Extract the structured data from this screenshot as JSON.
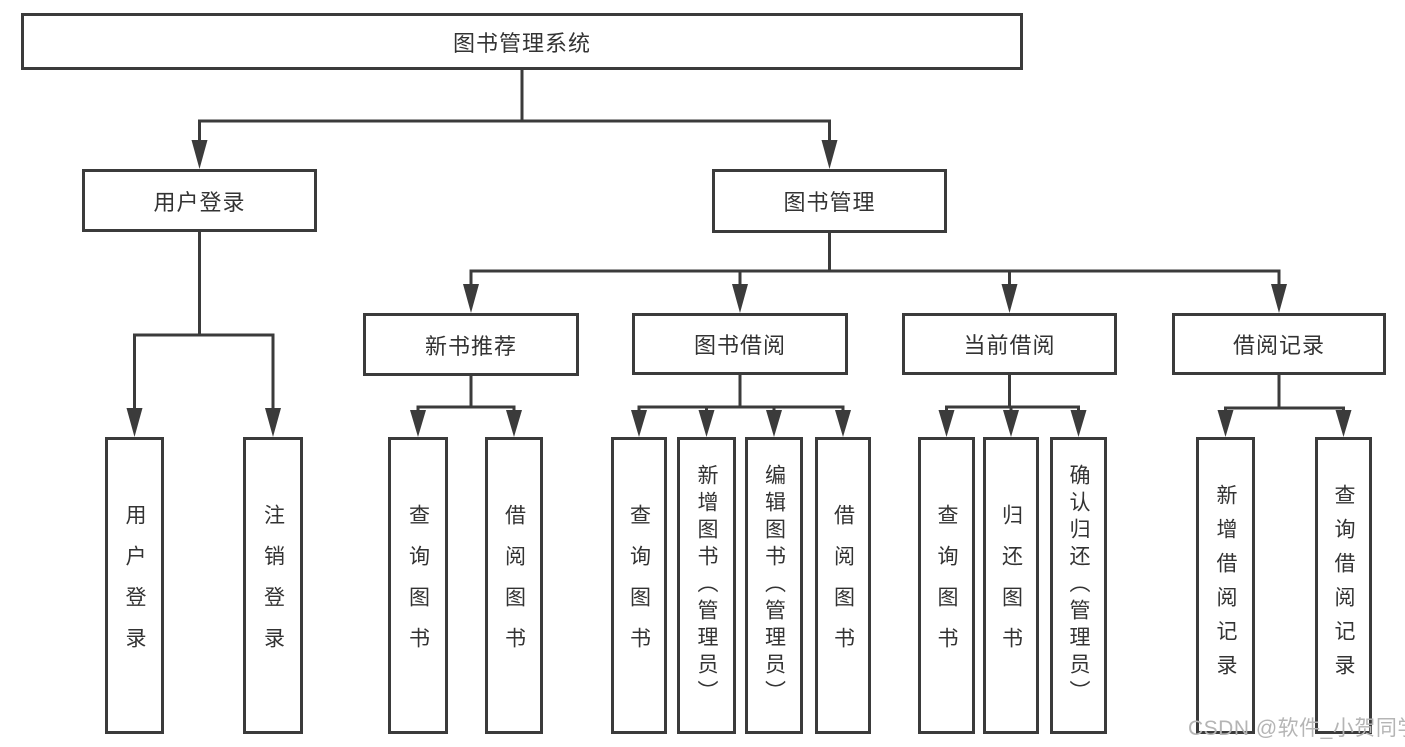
{
  "diagram": {
    "root": {
      "label": "图书管理系统"
    },
    "level2": [
      {
        "label": "用户登录"
      },
      {
        "label": "图书管理"
      }
    ],
    "level3": [
      {
        "label": "新书推荐"
      },
      {
        "label": "图书借阅"
      },
      {
        "label": "当前借阅"
      },
      {
        "label": "借阅记录"
      }
    ],
    "leaves": [
      {
        "label": "用户登录",
        "parent": "用户登录"
      },
      {
        "label": "注销登录",
        "parent": "用户登录"
      },
      {
        "label": "查询图书",
        "parent": "新书推荐"
      },
      {
        "label": "借阅图书",
        "parent": "新书推荐"
      },
      {
        "label": "查询图书",
        "parent": "图书借阅"
      },
      {
        "label": "新增图书（管理员）",
        "parent": "图书借阅"
      },
      {
        "label": "编辑图书（管理员）",
        "parent": "图书借阅"
      },
      {
        "label": "借阅图书",
        "parent": "图书借阅"
      },
      {
        "label": "查询图书",
        "parent": "当前借阅"
      },
      {
        "label": "归还图书",
        "parent": "当前借阅"
      },
      {
        "label": "确认归还（管理员）",
        "parent": "当前借阅"
      },
      {
        "label": "新增借阅记录",
        "parent": "借阅记录"
      },
      {
        "label": "查询借阅记录",
        "parent": "借阅记录"
      }
    ]
  },
  "watermark": {
    "text": "CSDN @软件_小贺同学"
  },
  "colors": {
    "line": "#3b3b3b",
    "node_text": "#333333",
    "node_background": "#ffffff",
    "watermark_text": "#b5b5b5",
    "page_background": "#ffffff"
  }
}
